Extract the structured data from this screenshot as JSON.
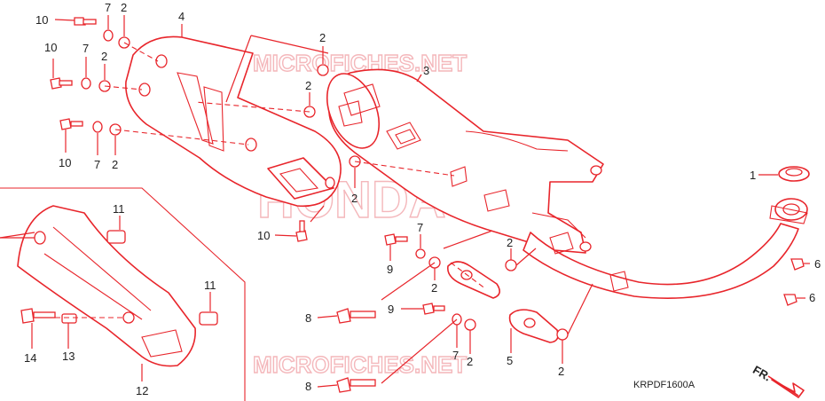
{
  "diagram": {
    "watermark_top": "MICROFICHES.NET",
    "watermark_bottom": "MICROFICHES.NET",
    "brand_watermark": "HONDA",
    "diagram_code": "KRPDF1600A",
    "front_arrow_label": "FR.",
    "colors": {
      "line": "#e8252b",
      "text": "#222222",
      "watermark": "#f3b0b4"
    },
    "callouts": [
      {
        "label": "10"
      },
      {
        "label": "7"
      },
      {
        "label": "2"
      },
      {
        "label": "4"
      },
      {
        "label": "10"
      },
      {
        "label": "7"
      },
      {
        "label": "2"
      },
      {
        "label": "2"
      },
      {
        "label": "3"
      },
      {
        "label": "2"
      },
      {
        "label": "10"
      },
      {
        "label": "7"
      },
      {
        "label": "2"
      },
      {
        "label": "2"
      },
      {
        "label": "1"
      },
      {
        "label": "10"
      },
      {
        "label": "11"
      },
      {
        "label": "11"
      },
      {
        "label": "14"
      },
      {
        "label": "13"
      },
      {
        "label": "12"
      },
      {
        "label": "7"
      },
      {
        "label": "9"
      },
      {
        "label": "2"
      },
      {
        "label": "2"
      },
      {
        "label": "6"
      },
      {
        "label": "6"
      },
      {
        "label": "8"
      },
      {
        "label": "9"
      },
      {
        "label": "7"
      },
      {
        "label": "2"
      },
      {
        "label": "5"
      },
      {
        "label": "2"
      },
      {
        "label": "8"
      }
    ]
  }
}
